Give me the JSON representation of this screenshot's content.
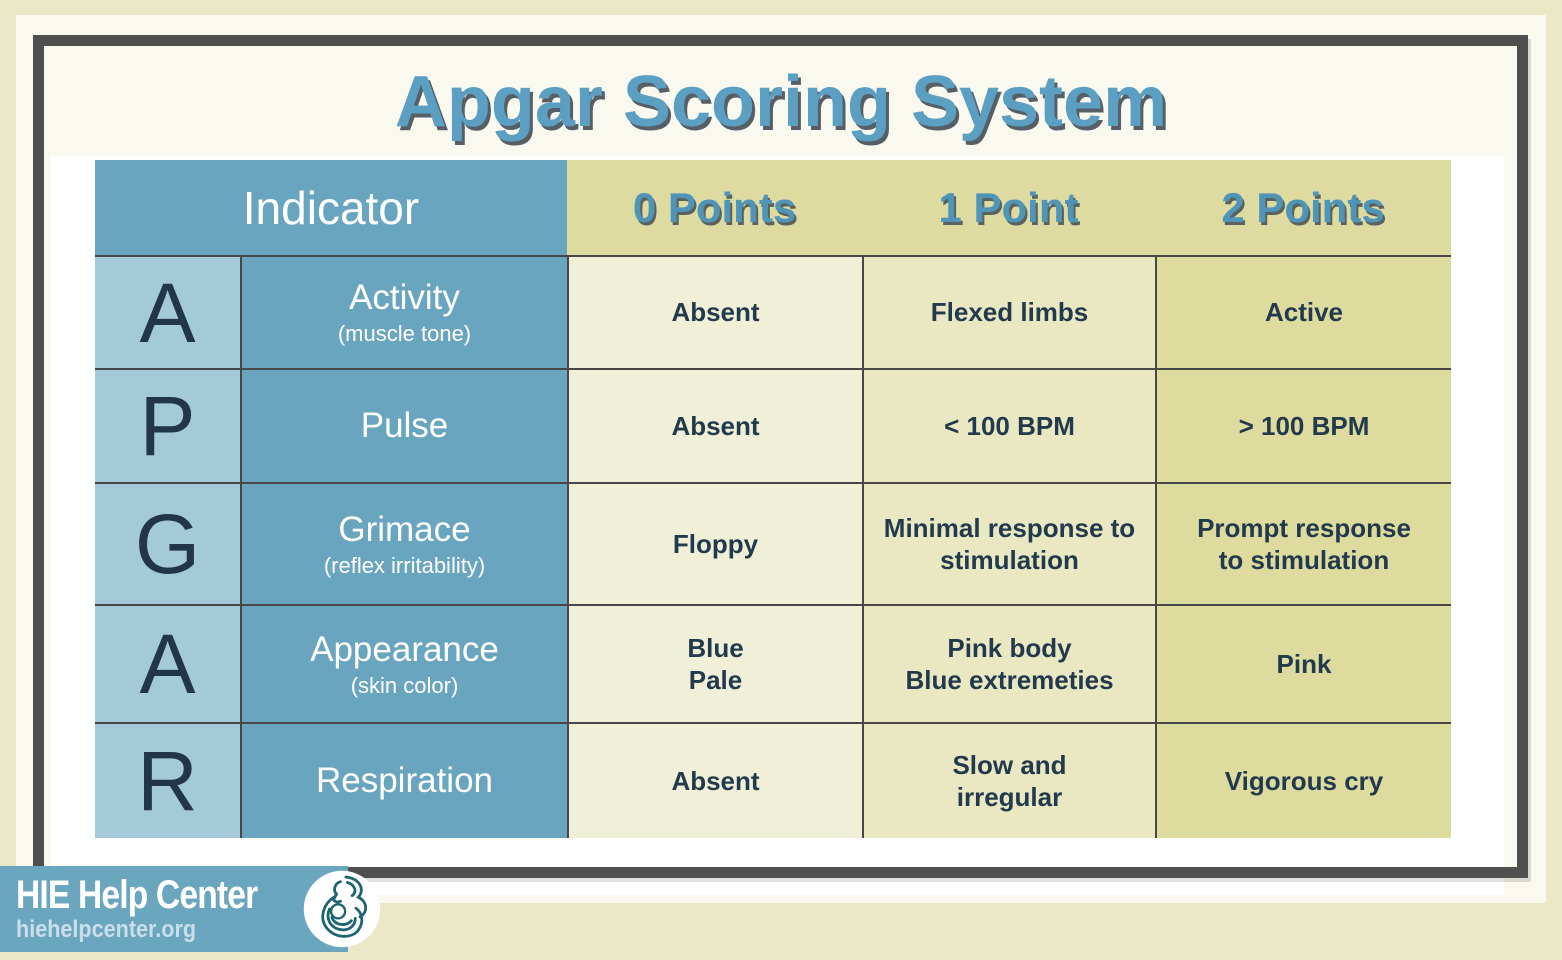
{
  "title": "Apgar Scoring System",
  "table": {
    "header": {
      "indicator": "Indicator",
      "points": [
        "0 Points",
        "1 Point",
        "2 Points"
      ]
    },
    "rows": [
      {
        "letter": "A",
        "name": "Activity",
        "subtitle": "(muscle tone)",
        "p0": "Absent",
        "p1": "Flexed limbs",
        "p2": "Active"
      },
      {
        "letter": "P",
        "name": "Pulse",
        "subtitle": "",
        "p0": "Absent",
        "p1": "< 100 BPM",
        "p2": "> 100 BPM"
      },
      {
        "letter": "G",
        "name": "Grimace",
        "subtitle": "(reflex irritability)",
        "p0": "Floppy",
        "p1": "Minimal response to\nstimulation",
        "p2": "Prompt response\nto stimulation"
      },
      {
        "letter": "A",
        "name": "Appearance",
        "subtitle": "(skin color)",
        "p0": "Blue\nPale",
        "p1": "Pink body\nBlue extremeties",
        "p2": "Pink"
      },
      {
        "letter": "R",
        "name": "Respiration",
        "subtitle": "",
        "p0": "Absent",
        "p1": "Slow and\nirregular",
        "p2": "Vigorous cry"
      }
    ]
  },
  "footer": {
    "brand": "HIE Help Center",
    "url": "hiehelpcenter.org",
    "icon": "mother-and-baby-icon"
  },
  "colors": {
    "page_border_tan": "#ebe8c8",
    "paper_cream": "#faf9ef",
    "frame_gray": "#4f4f4f",
    "title_blue": "#5b9fc2",
    "header_blue": "#69a5bf",
    "letter_column_blue": "#a4c9d8",
    "points_header_tan": "#dedba1",
    "column_0_tan": "#f0f0d8",
    "column_1_tan": "#e9e8c3",
    "column_2_tan": "#dddc9e",
    "text_navy": "#233a4d",
    "logo_background_blue": "#6ba6bf",
    "logo_teal": "#1b6570"
  },
  "chart_data": {
    "type": "table",
    "title": "Apgar Scoring System",
    "columns": [
      "Indicator",
      "0 Points",
      "1 Point",
      "2 Points"
    ],
    "rows": [
      [
        "A — Activity (muscle tone)",
        "Absent",
        "Flexed limbs",
        "Active"
      ],
      [
        "P — Pulse",
        "Absent",
        "< 100 BPM",
        "> 100 BPM"
      ],
      [
        "G — Grimace (reflex irritability)",
        "Floppy",
        "Minimal response to stimulation",
        "Prompt response to stimulation"
      ],
      [
        "A — Appearance (skin color)",
        "Blue / Pale",
        "Pink body / Blue extremeties",
        "Pink"
      ],
      [
        "R — Respiration",
        "Absent",
        "Slow and irregular",
        "Vigorous cry"
      ]
    ]
  }
}
